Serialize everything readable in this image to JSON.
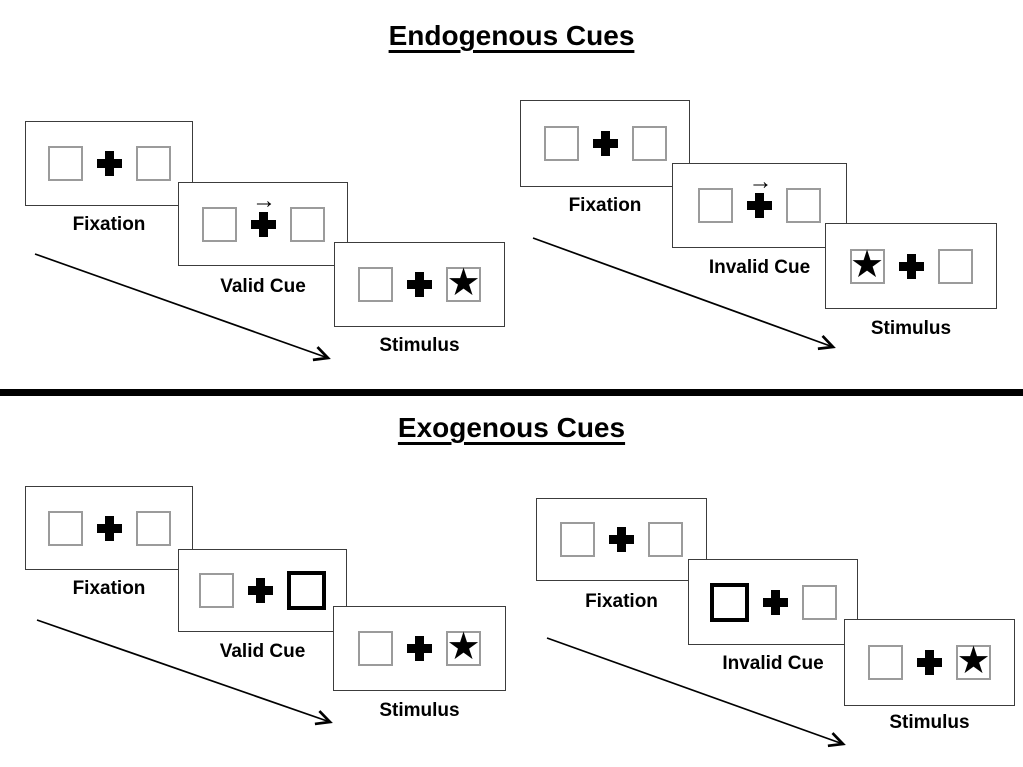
{
  "diagram": {
    "kind": "Posner spatial cueing paradigm trial sequences",
    "divider_color": "#000000"
  },
  "icons": {
    "star": "★",
    "cue_arrow": "→",
    "fixation_cross": "+"
  },
  "colors": {
    "ink": "#000000",
    "panel_border": "#3c3c3c",
    "box_border": "#9b9b9b",
    "background": "#ffffff"
  },
  "sections": [
    {
      "title": "Endogenous Cues",
      "groups": [
        {
          "name": "endogenous-valid",
          "panels": [
            {
              "type": "fixation",
              "label": "Fixation",
              "left_box": "empty",
              "right_box": "empty",
              "center": "cross"
            },
            {
              "type": "cue",
              "label": "Valid Cue",
              "left_box": "empty",
              "right_box": "empty",
              "center": "cross-with-right-arrow"
            },
            {
              "type": "stimulus",
              "label": "Stimulus",
              "left_box": "empty",
              "right_box": "star",
              "center": "cross"
            }
          ]
        },
        {
          "name": "endogenous-invalid",
          "panels": [
            {
              "type": "fixation",
              "label": "Fixation",
              "left_box": "empty",
              "right_box": "empty",
              "center": "cross"
            },
            {
              "type": "cue",
              "label": "Invalid Cue",
              "left_box": "empty",
              "right_box": "empty",
              "center": "cross-with-right-arrow"
            },
            {
              "type": "stimulus",
              "label": "Stimulus",
              "left_box": "star",
              "right_box": "empty",
              "center": "cross"
            }
          ]
        }
      ]
    },
    {
      "title": "Exogenous Cues",
      "groups": [
        {
          "name": "exogenous-valid",
          "panels": [
            {
              "type": "fixation",
              "label": "Fixation",
              "left_box": "empty",
              "right_box": "empty",
              "center": "cross"
            },
            {
              "type": "cue",
              "label": "Valid Cue",
              "left_box": "empty",
              "right_box": "thick-outline",
              "center": "cross"
            },
            {
              "type": "stimulus",
              "label": "Stimulus",
              "left_box": "empty",
              "right_box": "star",
              "center": "cross"
            }
          ]
        },
        {
          "name": "exogenous-invalid",
          "panels": [
            {
              "type": "fixation",
              "label": "Fixation",
              "left_box": "empty",
              "right_box": "empty",
              "center": "cross"
            },
            {
              "type": "cue",
              "label": "Invalid Cue",
              "left_box": "thick-outline",
              "right_box": "empty",
              "center": "cross"
            },
            {
              "type": "stimulus",
              "label": "Stimulus",
              "left_box": "empty",
              "right_box": "star",
              "center": "cross"
            }
          ]
        }
      ]
    }
  ]
}
